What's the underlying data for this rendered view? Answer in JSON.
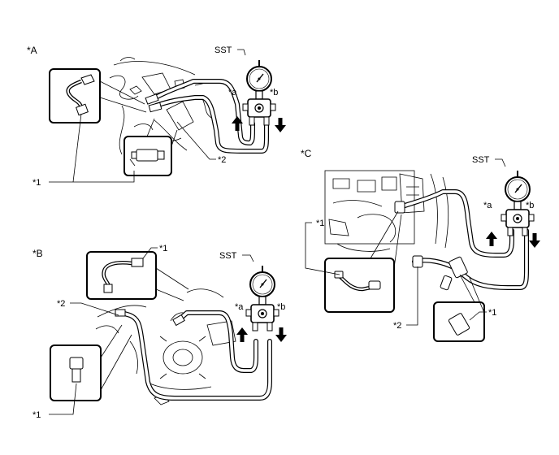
{
  "views": [
    {
      "id": "A",
      "title": "*A",
      "sst_label": "SST",
      "port_a": "*a",
      "port_b": "*b",
      "callout_1": "*1",
      "callout_2": "*2"
    },
    {
      "id": "B",
      "title": "*B",
      "sst_label": "SST",
      "port_a": "*a",
      "port_b": "*b",
      "callout_1_top": "*1",
      "callout_1_bottom": "*1",
      "callout_2": "*2"
    },
    {
      "id": "C",
      "title": "*C",
      "sst_label": "SST",
      "port_a": "*a",
      "port_b": "*b",
      "callout_1_left": "*1",
      "callout_1_right": "*1",
      "callout_2": "*2"
    }
  ],
  "icons": {
    "gauge": "pressure-gauge-icon",
    "manifold": "manifold-valve-icon",
    "arrow_up": "flow-up-arrow-icon",
    "arrow_down": "flow-down-arrow-icon"
  },
  "colors": {
    "line": "#000000",
    "background": "#ffffff"
  }
}
